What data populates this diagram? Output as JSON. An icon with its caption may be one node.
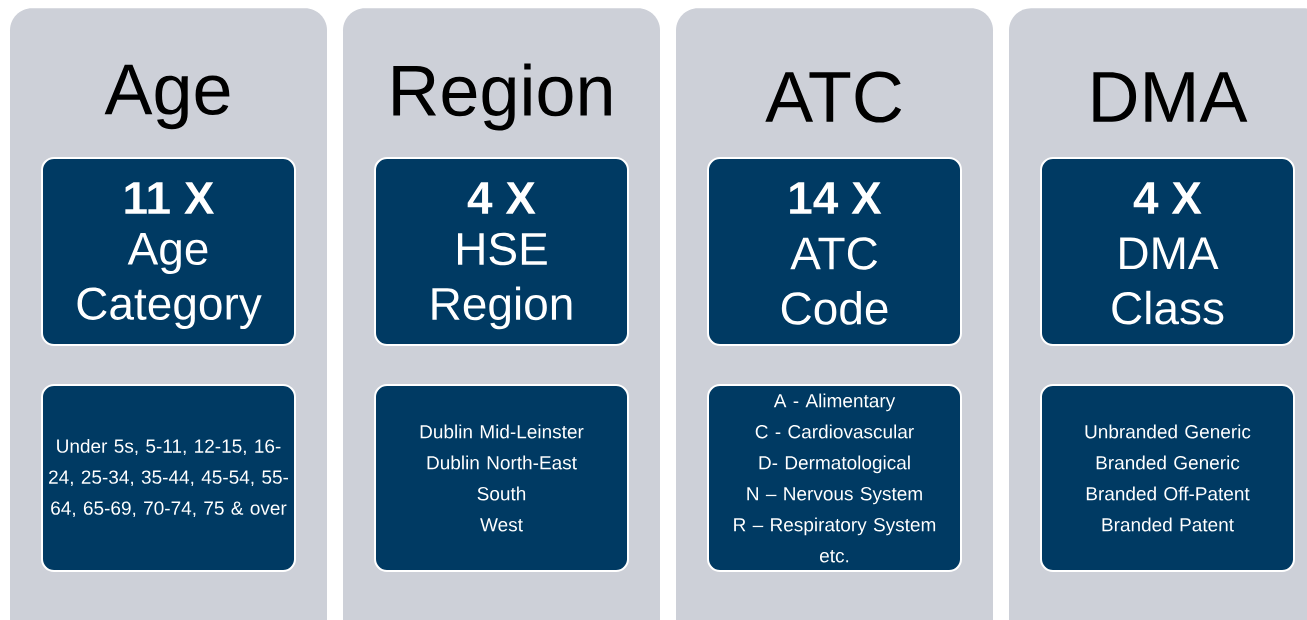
{
  "diagram": {
    "nodes": [
      {
        "text": [
          "Age"
        ]
      },
      {
        "text": [
          "11 X",
          "Age Category"
        ],
        "in": 0
      },
      {
        "text": [
          "Under 5s, 5-11, 12-15, 16-24, 25-34, 35-44, 45-54, 55-64, 65-69, 70-74, 75 & over"
        ],
        "in": 0
      },
      {
        "text": [
          "Region"
        ]
      },
      {
        "text": [
          "4 X",
          "HSE Region"
        ],
        "in": 3
      },
      {
        "text": [
          "Dublin Mid-Leinster",
          "Dublin North-East",
          "South",
          "West"
        ],
        "in": 3
      },
      {
        "text": [
          "ATC"
        ]
      },
      {
        "text": [
          "14 X",
          "ATC Code"
        ],
        "in": 6
      },
      {
        "text": [
          "A - Alimentary",
          "C - Cardiovascular",
          "D- Dermatological",
          "N – Nervous System",
          "R – Respiratory System",
          "etc."
        ],
        "in": 6
      },
      {
        "text": [
          "DMA"
        ]
      },
      {
        "text": [
          "4 X",
          "DMA Class"
        ],
        "in": 9
      },
      {
        "text": [
          "Unbranded Generic",
          "Branded Generic",
          "Branded Off-Patent",
          "Branded Patent"
        ],
        "in": 9
      }
    ]
  }
}
